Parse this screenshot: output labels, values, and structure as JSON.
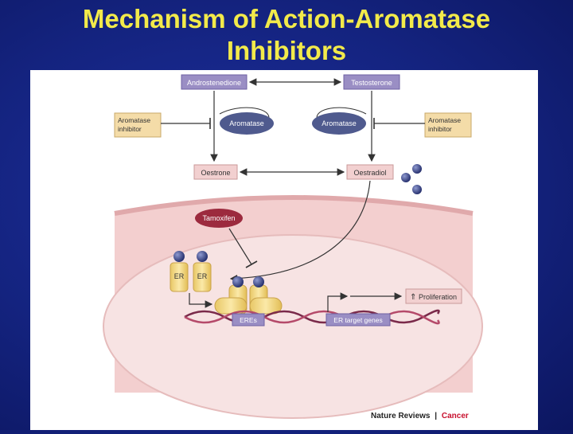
{
  "slide": {
    "title_line1": "Mechanism of Action-Aromatase",
    "title_line2": "Inhibitors"
  },
  "diagram": {
    "androstenedione": "Androstenedione",
    "testosterone": "Testosterone",
    "aromatase_inhibitor_left_1": "Aromatase",
    "aromatase_inhibitor_left_2": "inhibitor",
    "aromatase_inhibitor_right_1": "Aromatase",
    "aromatase_inhibitor_right_2": "inhibitor",
    "aromatase_left": "Aromatase",
    "aromatase_right": "Aromatase",
    "oestrone": "Oestrone",
    "oestradiol": "Oestradiol",
    "tamoxifen": "Tamoxifen",
    "er_left": "ER",
    "er_right": "ER",
    "eres": "EREs",
    "er_target_genes": "ER target genes",
    "proliferation": "Proliferation",
    "proliferation_arrow": "⇑",
    "credit_journal": "Nature Reviews",
    "credit_separator": "|",
    "credit_section": "Cancer"
  },
  "colors": {
    "title": "#f2ea4a",
    "hormone_box": "#9a8ec4",
    "inhibitor_box": "#f4dca8",
    "cell": "#f3cfcf",
    "nucleus": "#f7e3e3",
    "receptor": "#f4dc8a",
    "ligand": "#2f3a78",
    "tamoxifen": "#9c2a3e",
    "credit_accent": "#c8102e"
  }
}
